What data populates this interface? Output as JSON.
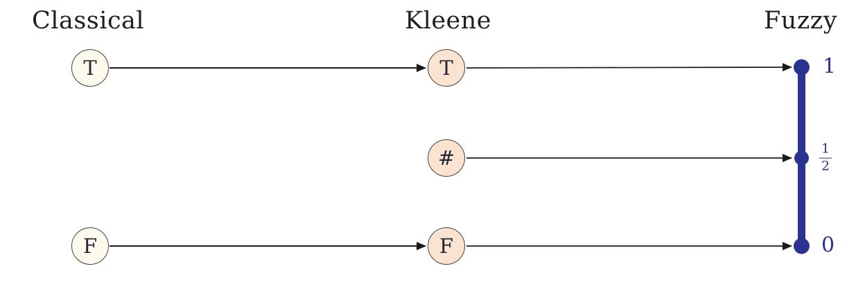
{
  "columns": {
    "classical": {
      "label": "Classical",
      "node_fill": "#fcfaec",
      "nodes": {
        "true": "T",
        "false": "F"
      }
    },
    "kleene": {
      "label": "Kleene",
      "node_fill": "#fae3d1",
      "nodes": {
        "true": "T",
        "unknown": "#",
        "false": "F"
      }
    },
    "fuzzy": {
      "label": "Fuzzy",
      "accent_color": "#2b3290",
      "values": {
        "top": "1",
        "middle_numerator": "1",
        "middle_denominator": "2",
        "bottom": "0"
      }
    }
  },
  "arrow_color": "#1a1a1a",
  "mappings": [
    {
      "from": "classical.T",
      "to": "kleene.T"
    },
    {
      "from": "kleene.T",
      "to": "fuzzy.1"
    },
    {
      "from": "kleene.#",
      "to": "fuzzy.1/2"
    },
    {
      "from": "classical.F",
      "to": "kleene.F"
    },
    {
      "from": "kleene.F",
      "to": "fuzzy.0"
    }
  ]
}
